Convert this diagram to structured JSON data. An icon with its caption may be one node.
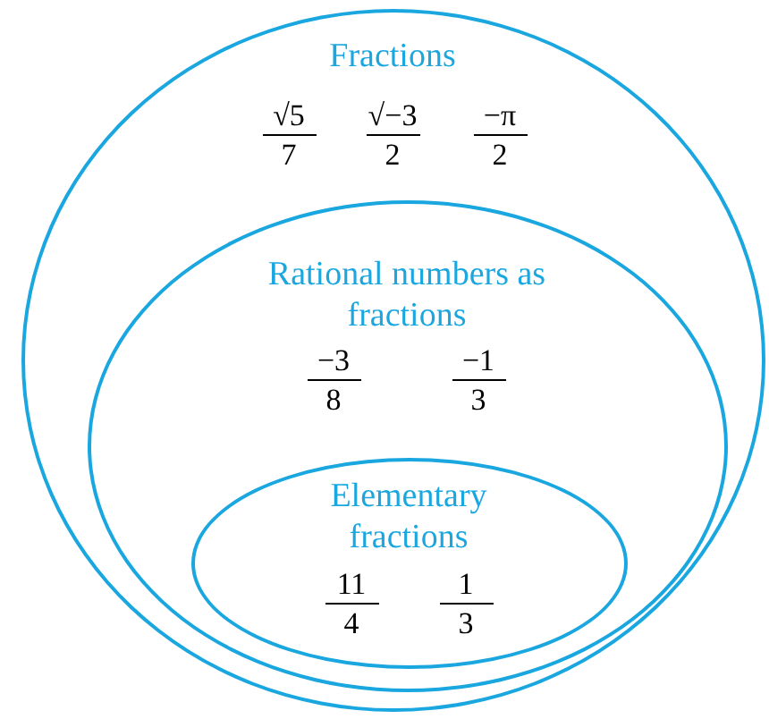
{
  "diagram": {
    "nodes": [
      {
        "text": [
          "Fractions",
          "√5",
          "7",
          "√−3",
          "2",
          "−π",
          "2"
        ]
      },
      {
        "text": [
          "Rational numbers as fractions",
          "−3",
          "8",
          "−1",
          "3"
        ],
        "in": 0
      },
      {
        "text": [
          "Elementary fractions",
          "11",
          "4",
          "1",
          "3"
        ],
        "in": 1
      }
    ]
  }
}
